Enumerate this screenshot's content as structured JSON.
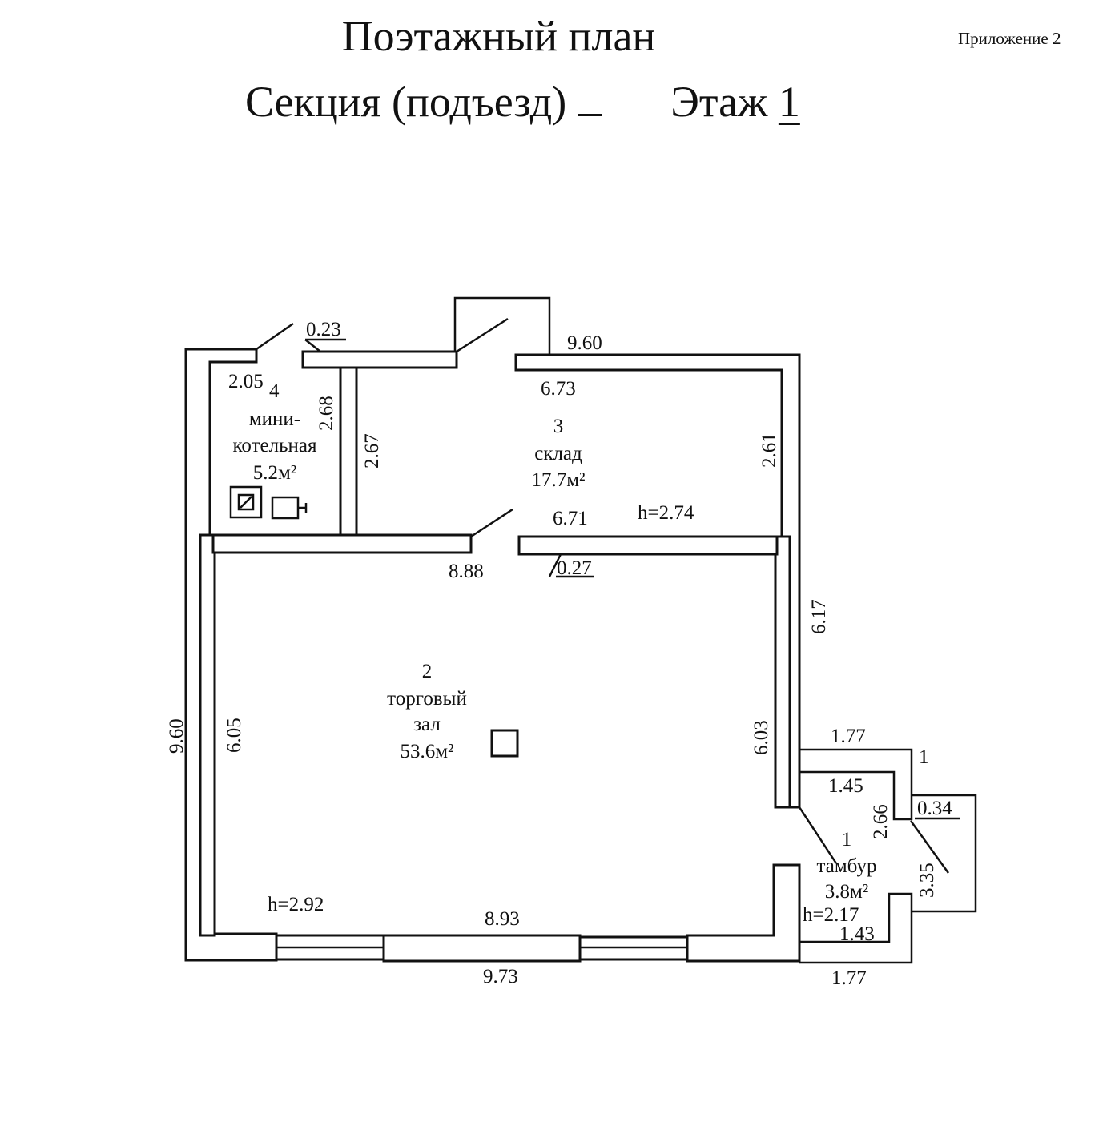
{
  "header": {
    "title": "Поэтажный план",
    "section_label": "Секция (подъезд)",
    "floor_label": "Этаж",
    "floor_number": "1",
    "appendix": "Приложение 2"
  },
  "rooms": [
    {
      "number": "4",
      "name_line1": "мини-",
      "name_line2": "котельная",
      "area": "5.2м²"
    },
    {
      "number": "3",
      "name_line1": "склад",
      "area": "17.7м²"
    },
    {
      "number": "2",
      "name_line1": "торговый",
      "name_line2": "зал",
      "area": "53.6м²"
    },
    {
      "number": "1",
      "name_line1": "тамбур",
      "area": "3.8м²"
    }
  ],
  "heights": {
    "storage": "h=2.74",
    "hall": "h=2.92",
    "vestibule": "h=2.17"
  },
  "dimensions": {
    "top_outer": "9.60",
    "top_inner": "6.73",
    "boiler_gap": "0.23",
    "boiler_width": "2.05",
    "boiler_height": "2.68",
    "storage_left": "2.67",
    "storage_right": "2.61",
    "storage_bottom": "6.71",
    "mid_wall": "8.88",
    "mid_wall_thickness": "0.27",
    "right_outer": "6.17",
    "right_inner": "6.03",
    "left_outer": "9.60",
    "left_inner": "6.05",
    "bottom_inner": "8.93",
    "bottom_outer": "9.73",
    "vest_top_outer": "1.77",
    "vest_top_inner": "1.45",
    "vest_step": "1",
    "vest_height": "2.66",
    "vest_gap": "0.34",
    "vest_outer_height": "3.35",
    "vest_bottom_inner": "1.43",
    "vest_bottom_outer": "1.77"
  }
}
